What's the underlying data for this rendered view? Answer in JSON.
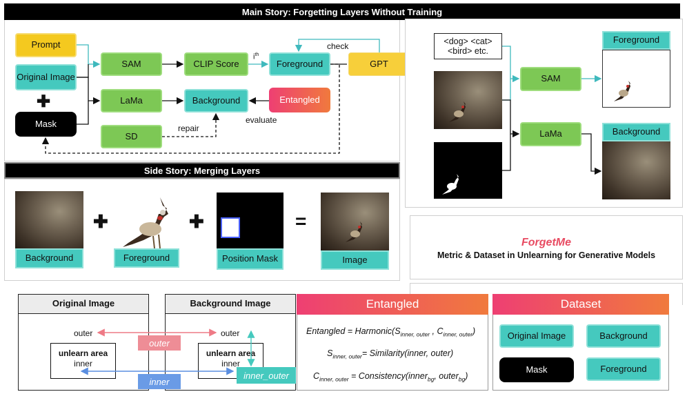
{
  "main_story": {
    "title": "Main Story: Forgetting Layers Without Training",
    "prompt": "Prompt",
    "original_image": "Original Image",
    "plus": "✚",
    "mask": "Mask",
    "sam": "SAM",
    "clip_score": "CLIP Score",
    "ith": "i",
    "ith_sup": "th",
    "foreground": "Foreground",
    "check": "check",
    "gpt": "GPT",
    "lama": "LaMa",
    "background": "Background",
    "entangled": "Entangled",
    "evaluate": "evaluate",
    "sd": "SD",
    "repair": "repair"
  },
  "side_story": {
    "title": "Side Story: Merging Layers",
    "background": "Background",
    "plus1": "✚",
    "foreground": "Foreground",
    "plus2": "✚",
    "position_mask": "Position Mask",
    "equals": "=",
    "image": "Image"
  },
  "right_pipeline": {
    "labels_text": "<dog> <cat> <bird> etc.",
    "sam": "SAM",
    "lama": "LaMa",
    "foreground": "Foreground",
    "background": "Background"
  },
  "forgetme": {
    "title": "ForgetMe",
    "subtitle": "Metric & Dataset in Unlearning for Generative Models"
  },
  "regions": {
    "original_title": "Original Image",
    "background_title": "Background Image",
    "outer_left": "outer",
    "outer_right": "outer",
    "unlearn_left": "unlearn area",
    "inner_left": "inner",
    "unlearn_right": "unlearn area",
    "inner_right": "inner",
    "outer_tag": "outer",
    "inner_tag": "inner",
    "inner_outer_tag": "inner_outer"
  },
  "entangled_panel": {
    "title": "Entangled",
    "eq1_lhs": "Entangled = Harmonic(S",
    "eq1_sub1": "inner, outer",
    "eq1_mid": " , C",
    "eq1_sub2": "inner, outer",
    "eq1_end": ")",
    "eq2_s": "S",
    "eq2_sub": "inner, outer",
    "eq2_rhs": "= Similarity(inner, outer)",
    "eq3_c": "C",
    "eq3_sub": "inner, outer",
    "eq3_rhs": " = Consistency(inner",
    "eq3_sub2": "bg",
    "eq3_mid": ", outer",
    "eq3_sub3": "bg",
    "eq3_end": ")"
  },
  "dataset_panel": {
    "title": "Dataset",
    "original_image": "Original Image",
    "background": "Background",
    "mask": "Mask",
    "foreground": "Foreground"
  },
  "colors": {
    "green": "#7dc855",
    "teal": "#45c9be",
    "yellow": "#f4c91f",
    "entangled_start": "#ee3f73",
    "entangled_end": "#f07a3d",
    "forgetme_red": "#e84b62",
    "outer_red": "#ee7a86",
    "inner_blue": "#5a8ee0",
    "arrow_teal": "#3fb9bd"
  }
}
